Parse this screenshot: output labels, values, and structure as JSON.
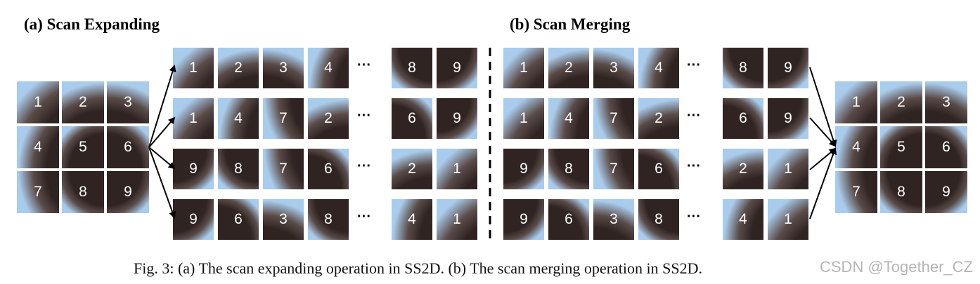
{
  "panel_a_title": "(a) Scan Expanding",
  "panel_b_title": "(b) Scan Merging",
  "source_grid": [
    "1",
    "2",
    "3",
    "4",
    "5",
    "6",
    "7",
    "8",
    "9"
  ],
  "sequences": [
    {
      "head": [
        "1",
        "2",
        "3",
        "4"
      ],
      "tail": [
        "8",
        "9"
      ]
    },
    {
      "head": [
        "1",
        "4",
        "7",
        "2"
      ],
      "tail": [
        "6",
        "9"
      ]
    },
    {
      "head": [
        "9",
        "8",
        "7",
        "6"
      ],
      "tail": [
        "2",
        "1"
      ]
    },
    {
      "head": [
        "9",
        "6",
        "3",
        "8"
      ],
      "tail": [
        "4",
        "1"
      ]
    }
  ],
  "ellipsis": "···",
  "caption": "Fig. 3: (a) The scan expanding operation in SS2D. (b) The scan merging operation in SS2D.",
  "watermark": "CSDN @Together_CZ",
  "colors": {
    "sky": "#a9cbec",
    "lesion": "#2f2422",
    "arrow": "#000000"
  }
}
